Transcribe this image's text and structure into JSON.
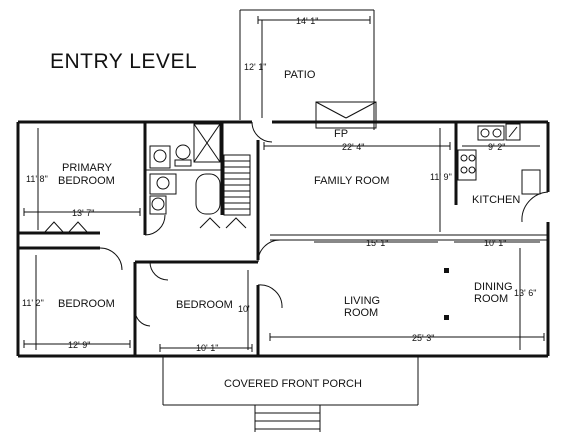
{
  "title": "ENTRY LEVEL",
  "rooms": {
    "patio": "PATIO",
    "fp": "FP",
    "primary_bedroom_1": "PRIMARY",
    "primary_bedroom_2": "BEDROOM",
    "family_room": "FAMILY ROOM",
    "kitchen": "KITCHEN",
    "bedroom_left": "BEDROOM",
    "bedroom_center": "BEDROOM",
    "living_1": "LIVING",
    "living_2": "ROOM",
    "dining_1": "DINING",
    "dining_2": "ROOM",
    "porch": "COVERED FRONT PORCH"
  },
  "dimensions": {
    "patio_width": "14' 1\"",
    "patio_depth": "12' 1\"",
    "family_width": "22' 4\"",
    "family_depth": "11' 9\"",
    "kitchen_width": "9' 2\"",
    "primary_depth": "11' 8\"",
    "primary_width": "13' 7\"",
    "living_width_top": "15' 1\"",
    "dining_width": "10' 1\"",
    "dining_depth": "13' 6\"",
    "bedroom_left_depth": "11' 2\"",
    "bedroom_left_width": "12' 9\"",
    "bedroom_center_depth": "10'",
    "bedroom_center_width": "10' 1\"",
    "living_width_bottom": "25' 3\""
  }
}
